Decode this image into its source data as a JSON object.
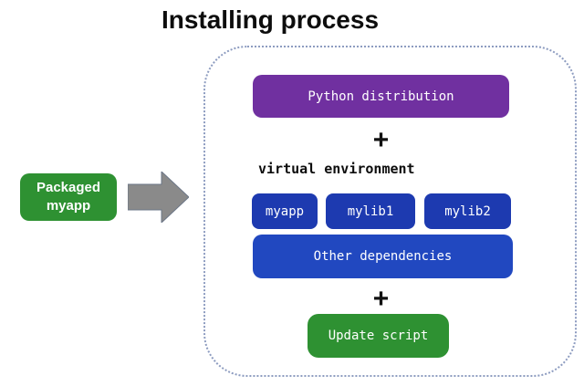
{
  "title": "Installing process",
  "source": {
    "label_line1": "Packaged",
    "label_line2": "myapp"
  },
  "process": {
    "python_distribution": "Python distribution",
    "plus_top": "+",
    "venv_label": "virtual environment",
    "venv_packages": [
      "myapp",
      "mylib1",
      "mylib2"
    ],
    "other_dependencies": "Other dependencies",
    "plus_bottom": "+",
    "update_script": "Update script"
  },
  "colors": {
    "purple": "#7030a0",
    "package_blue": "#1d3ab0",
    "dependencies_blue": "#2148c0",
    "green": "#2e9132",
    "arrow_gray": "#8a8a8a",
    "dashed_border": "#8d9cc0"
  }
}
